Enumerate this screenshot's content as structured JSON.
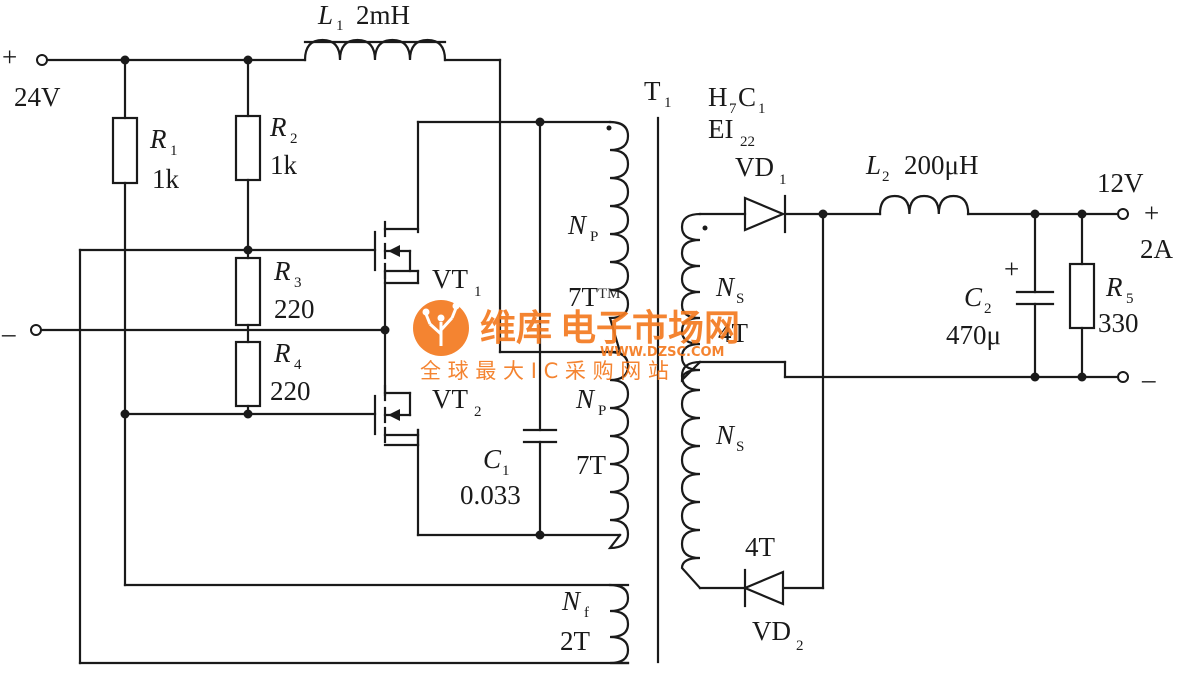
{
  "input": {
    "plus": "+",
    "voltage": "24V",
    "minus": "–"
  },
  "L1": {
    "name": "L",
    "sub": "1",
    "value": "2mH"
  },
  "R1": {
    "name": "R",
    "sub": "1",
    "value": "1k"
  },
  "R2": {
    "name": "R",
    "sub": "2",
    "value": "1k"
  },
  "R3": {
    "name": "R",
    "sub": "3",
    "value": "220"
  },
  "R4": {
    "name": "R",
    "sub": "4",
    "value": "220"
  },
  "VT1": {
    "name": "VT",
    "sub": "1"
  },
  "VT2": {
    "name": "VT",
    "sub": "2"
  },
  "C1": {
    "name": "C",
    "sub": "1",
    "value": "0.033"
  },
  "NP1": {
    "name": "N",
    "sub": "P",
    "turns": "7T"
  },
  "NP2": {
    "name": "N",
    "sub": "P",
    "turns": "7T"
  },
  "NF": {
    "name": "N",
    "sub": "f",
    "turns": "2T"
  },
  "T1": {
    "name": "T",
    "sub": "1",
    "core1": "H",
    "core1_sub": "7",
    "core2": "C",
    "core2_sub": "1",
    "core3": "EI",
    "core3_sub": "22"
  },
  "NS1": {
    "name": "N",
    "sub": "S",
    "turns": "4T"
  },
  "NS2": {
    "name": "N",
    "sub": "S",
    "turns": "4T"
  },
  "VD1": {
    "name": "VD",
    "sub": "1"
  },
  "VD2": {
    "name": "VD",
    "sub": "2"
  },
  "L2": {
    "name": "L",
    "sub": "2",
    "value": "200μH"
  },
  "C2": {
    "name": "C",
    "sub": "2",
    "value": "470μ",
    "polarity": "+"
  },
  "R5": {
    "name": "R",
    "sub": "5",
    "value": "330"
  },
  "output": {
    "voltage": "12V",
    "current": "2A",
    "plus": "+",
    "minus": "–"
  },
  "watermark": {
    "brand": "维库",
    "site": "电子市场网",
    "tm": "TM",
    "url": "WWW.DZSC.COM",
    "slogan": "全 球 最 大 I C 采 购 网 站"
  },
  "colors": {
    "ink": "#1a1a1a",
    "watermark": "#f47a20"
  }
}
